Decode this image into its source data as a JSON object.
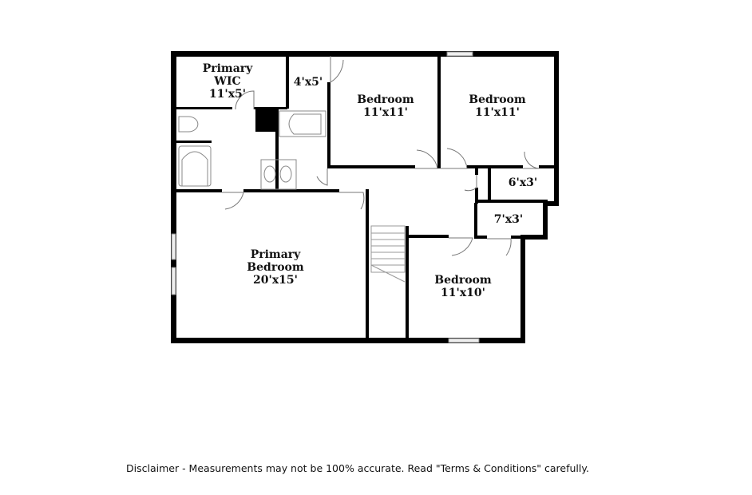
{
  "rooms": {
    "primary_wic": {
      "name": "Primary WIC",
      "size": "11'x5'"
    },
    "closet_4x5": {
      "size": "4'x5'"
    },
    "bedroom_1": {
      "name": "Bedroom",
      "size": "11'x11'"
    },
    "bedroom_2": {
      "name": "Bedroom",
      "size": "11'x11'"
    },
    "closet_6x3": {
      "size": "6'x3'"
    },
    "closet_7x3": {
      "size": "7'x3'"
    },
    "primary_bedroom": {
      "name": "Primary Bedroom",
      "size": "20'x15'"
    },
    "bedroom_3": {
      "name": "Bedroom",
      "size": "11'x10'"
    }
  },
  "disclaimer": "Disclaimer - Measurements may not be 100% accurate. Read \"Terms & Conditions\" carefully."
}
